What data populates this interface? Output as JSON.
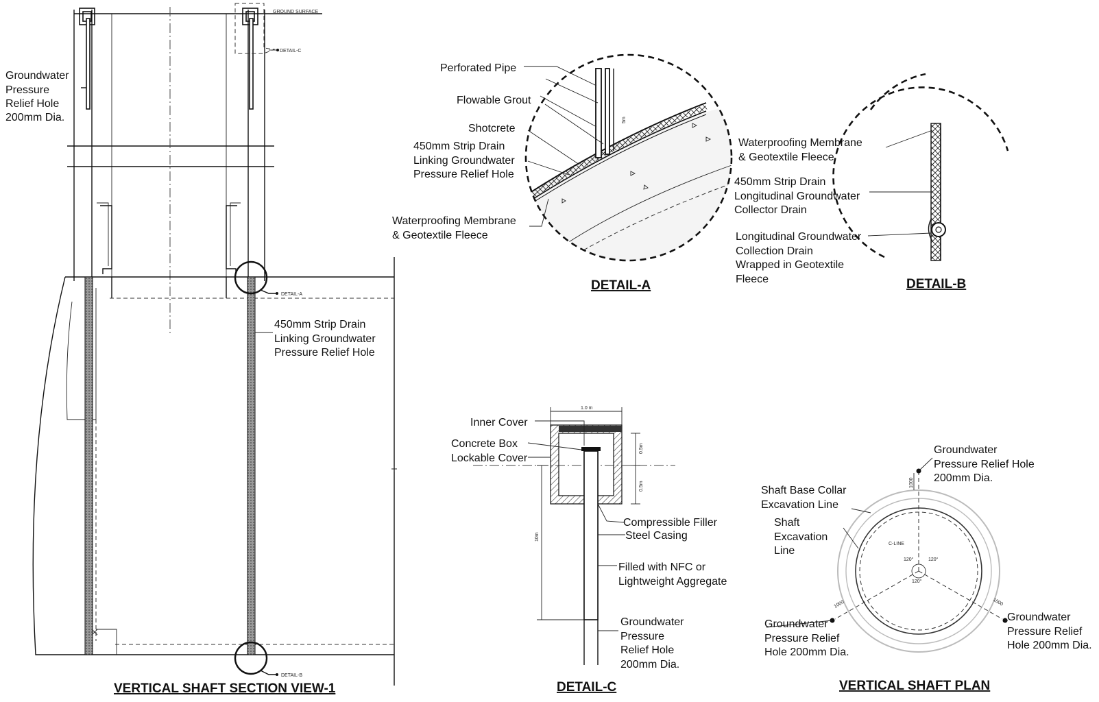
{
  "section_view": {
    "title": "VERTICAL SHAFT SECTION VIEW-1",
    "ground_surface": "GROUND SURFACE",
    "detail_a_tag": "DETAIL-A",
    "detail_b_tag": "DETAIL-B",
    "detail_c_tag": "DETAIL-C",
    "relief_hole_label": [
      "Groundwater",
      "Pressure",
      "Relief Hole",
      "200mm Dia."
    ],
    "strip_drain_label": [
      "450mm Strip Drain",
      "Linking Groundwater",
      "Pressure Relief Hole"
    ]
  },
  "detail_a": {
    "title": "DETAIL-A",
    "labels": {
      "perforated_pipe": "Perforated Pipe",
      "flowable_grout": "Flowable Grout",
      "shotcrete": "Shotcrete",
      "strip_drain": [
        "450mm Strip Drain",
        "Linking Groundwater",
        "Pressure Relief Hole"
      ],
      "membrane": [
        "Waterproofing Membrane",
        "& Geotextile Fleece"
      ]
    },
    "dimension": "5m"
  },
  "detail_b": {
    "title": "DETAIL-B",
    "labels": {
      "membrane": [
        "Waterproofing Membrane",
        "& Geotextile Fleece"
      ],
      "strip_drain": [
        "450mm Strip Drain",
        "Longitudinal Groundwater",
        "Collector Drain"
      ],
      "collection_drain": [
        "Longitudinal Groundwater",
        "Collection Drain",
        "Wrapped in Geotextile",
        "Fleece"
      ]
    }
  },
  "detail_c": {
    "title": "DETAIL-C",
    "labels": {
      "inner_cover": "Inner Cover",
      "concrete_box": "Concrete Box",
      "lockable_cover": "Lockable Cover",
      "compressible_filler": "Compressible Filler",
      "steel_casing": "Steel Casing",
      "filled": [
        "Filled with NFC or",
        "Lightweight Aggregate"
      ],
      "relief_hole": [
        "Groundwater",
        "Pressure",
        "Relief Hole",
        "200mm Dia."
      ]
    },
    "dimensions": {
      "width": "1.0 m",
      "upper": "0.5m",
      "lower": "0.5m",
      "depth": "10m"
    }
  },
  "plan": {
    "title": "VERTICAL SHAFT PLAN",
    "labels": {
      "top_hole": [
        "Groundwater",
        "Pressure Relief Hole",
        "200mm Dia."
      ],
      "collar": [
        "Shaft Base Collar",
        "Excavation Line"
      ],
      "shaft_excavation": [
        "Shaft",
        "Excavation",
        "Line"
      ],
      "left_hole": [
        "Groundwater",
        "Pressure Relief",
        "Hole 200mm Dia."
      ],
      "right_hole": [
        "Groundwater",
        "Pressure Relief",
        "Hole 200mm Dia."
      ]
    },
    "c_line": "C-LINE",
    "angles": [
      "120°",
      "120°",
      "120°"
    ],
    "offset_dims": [
      "1000",
      "1000",
      "1000"
    ]
  }
}
